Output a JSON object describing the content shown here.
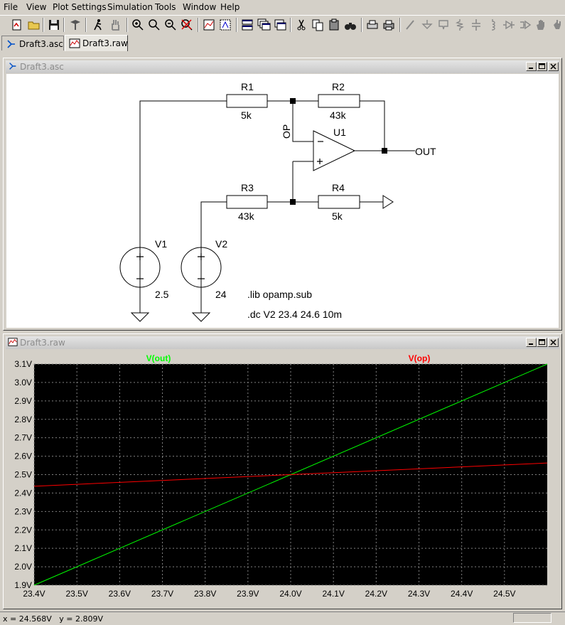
{
  "menu": [
    "File",
    "View",
    "Plot Settings",
    "Simulation",
    "Tools",
    "Window",
    "Help"
  ],
  "tabs": [
    {
      "label": "Draft3.asc",
      "icon": "schematic-icon"
    },
    {
      "label": "Draft3.raw",
      "icon": "waveform-icon"
    }
  ],
  "schematic": {
    "title": "Draft3.asc",
    "components": {
      "r1": {
        "name": "R1",
        "value": "5k"
      },
      "r2": {
        "name": "R2",
        "value": "43k"
      },
      "r3": {
        "name": "R3",
        "value": "43k"
      },
      "r4": {
        "name": "R4",
        "value": "5k"
      },
      "u1": {
        "name": "U1"
      },
      "v1": {
        "name": "V1",
        "value": "2.5"
      },
      "v2": {
        "name": "V2",
        "value": "24"
      }
    },
    "net_labels": {
      "op": "OP",
      "out": "OUT"
    },
    "directives": [
      ".lib opamp.sub",
      ".dc V2 23.4 24.6 10m"
    ],
    "colors": {
      "background": "#ffffff",
      "wire": "#000000",
      "component": "#000000"
    }
  },
  "plot": {
    "title": "Draft3.raw",
    "background": "#000000",
    "grid_color": "#808080",
    "axis_label_color": "#000000"
  },
  "chart_data": {
    "type": "line",
    "title": "",
    "xlabel": "",
    "ylabel": "",
    "xlim": [
      23.4,
      24.6
    ],
    "ylim": [
      1.9,
      3.1
    ],
    "grid": true,
    "legend": "top",
    "x_ticks": [
      "23.4V",
      "23.5V",
      "23.6V",
      "23.7V",
      "23.8V",
      "23.9V",
      "24.0V",
      "24.1V",
      "24.2V",
      "24.3V",
      "24.4V",
      "24.5V"
    ],
    "x_tick_values": [
      23.4,
      23.5,
      23.6,
      23.7,
      23.8,
      23.9,
      24.0,
      24.1,
      24.2,
      24.3,
      24.4,
      24.5
    ],
    "y_ticks": [
      "1.9V",
      "2.0V",
      "2.1V",
      "2.2V",
      "2.3V",
      "2.4V",
      "2.5V",
      "2.6V",
      "2.7V",
      "2.8V",
      "2.9V",
      "3.0V",
      "3.1V"
    ],
    "y_tick_values": [
      1.9,
      2.0,
      2.1,
      2.2,
      2.3,
      2.4,
      2.5,
      2.6,
      2.7,
      2.8,
      2.9,
      3.0,
      3.1
    ],
    "series": [
      {
        "name": "V(out)",
        "color": "#00ff00",
        "x": [
          23.4,
          24.6
        ],
        "y": [
          1.9,
          3.1
        ]
      },
      {
        "name": "V(op)",
        "color": "#ff0000",
        "x": [
          23.4,
          24.6
        ],
        "y": [
          2.437,
          2.563
        ]
      }
    ]
  },
  "status": {
    "cursor_x": "x = 24.568V",
    "cursor_y": "y = 2.809V"
  }
}
